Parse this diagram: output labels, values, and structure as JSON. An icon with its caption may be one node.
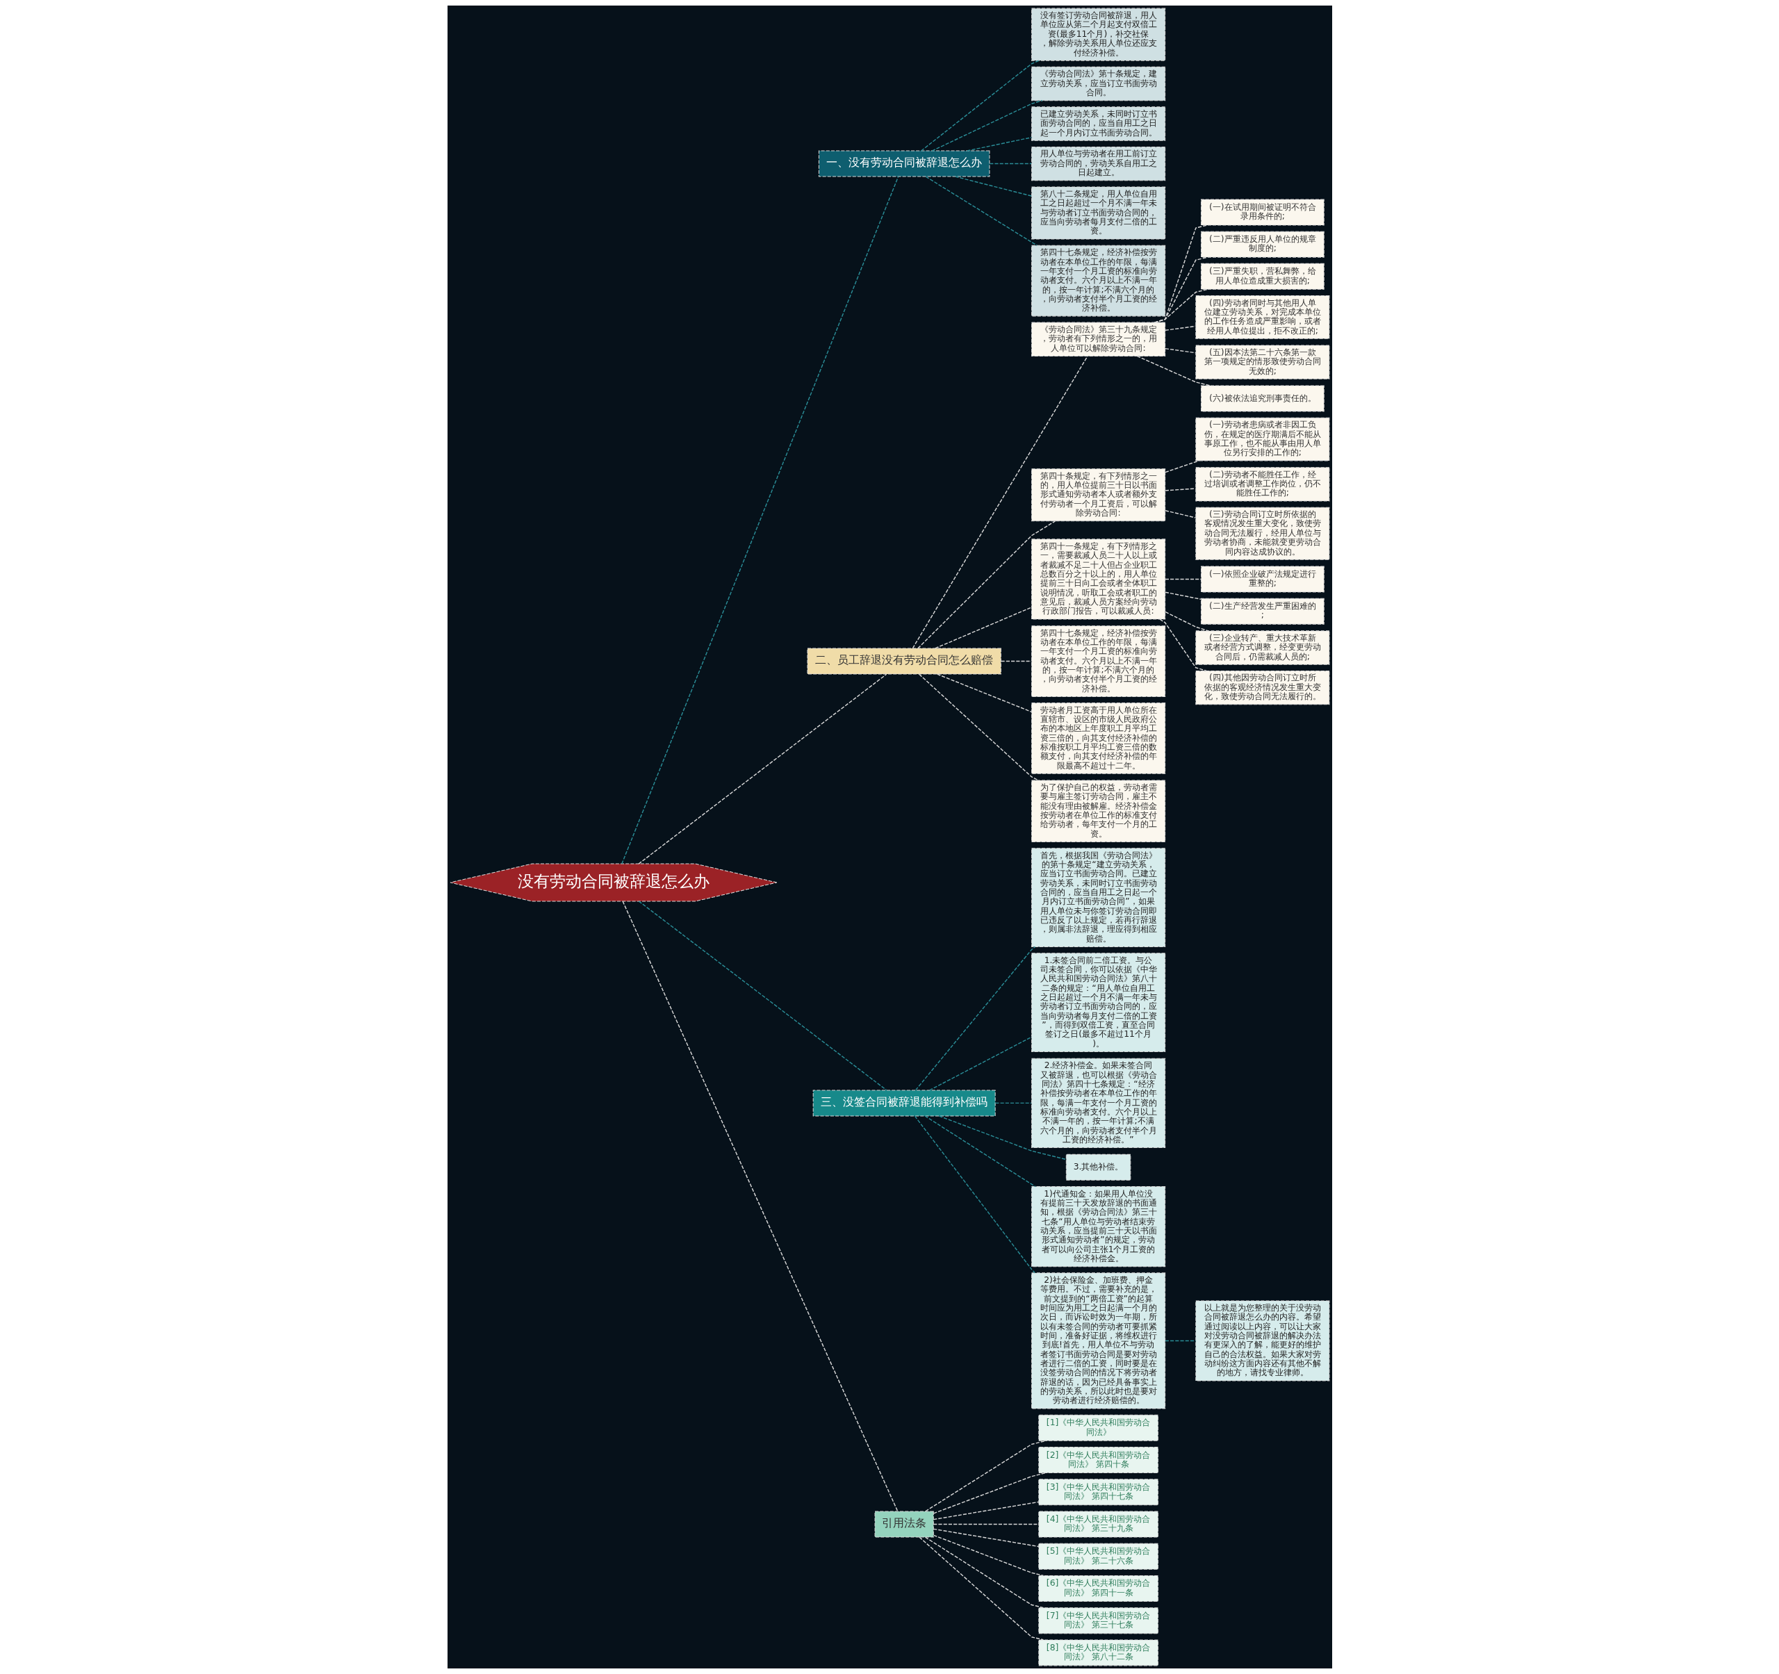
{
  "diagram": {
    "nodes": [
      {
        "text": [
          "没有劳动合同被辞退怎么办"
        ]
      },
      {
        "text": [
          "一、没有劳动合同被辞退怎么办"
        ]
      },
      {
        "text": [
          "没有签订劳动合同被辞退，用人单位应从第二个月起支付双倍工资(最多11个月)，补交社保，解除劳动关系用人单位还应支付经济补偿。"
        ]
      },
      {
        "text": [
          "《劳动合同法》第十条规定，建立劳动关系，应当订立书面劳动合同。"
        ]
      },
      {
        "text": [
          "已建立劳动关系，未同时订立书面劳动合同的，应当自用工之日起一个月内订立书面劳动合同。"
        ]
      },
      {
        "text": [
          "用人单位与劳动者在用工前订立劳动合同的，劳动关系自用工之日起建立。"
        ]
      },
      {
        "text": [
          "第八十二条规定，用人单位自用工之日起超过一个月不满一年未与劳动者订立书面劳动合同的，应当向劳动者每月支付二倍的工资。"
        ]
      },
      {
        "text": [
          "第四十七条规定，经济补偿按劳动者在本单位工作的年限，每满一年支付一个月工资的标准向劳动者支付。六个月以上不满一年的，按一年计算;不满六个月的，向劳动者支付半个月工资的经济补偿。"
        ]
      },
      {
        "text": [
          "二、员工辞退没有劳动合同怎么赔偿"
        ]
      },
      {
        "text": [
          "《劳动合同法》第三十九条规定，劳动者有下列情形之一的，用人单位可以解除劳动合同:"
        ]
      },
      {
        "text": [
          "(一)在试用期间被证明不符合录用条件的;"
        ]
      },
      {
        "text": [
          "(二)严重违反用人单位的规章制度的;"
        ]
      },
      {
        "text": [
          "(三)严重失职，营私舞弊，给用人单位造成重大损害的;"
        ]
      },
      {
        "text": [
          "(四)劳动者同时与其他用人单位建立劳动关系，对完成本单位的工作任务造成严重影响，或者经用人单位提出，拒不改正的;"
        ]
      },
      {
        "text": [
          "(五)因本法第二十六条第一款第一项规定的情形致使劳动合同无效的;"
        ]
      },
      {
        "text": [
          "(六)被依法追究刑事责任的。"
        ]
      },
      {
        "text": [
          "第四十条规定，有下列情形之一的，用人单位提前三十日以书面形式通知劳动者本人或者额外支付劳动者一个月工资后，可以解除劳动合同:"
        ]
      },
      {
        "text": [
          "(一)劳动者患病或者非因工负伤，在规定的医疗期满后不能从事原工作，也不能从事由用人单位另行安排的工作的;"
        ]
      },
      {
        "text": [
          "(二)劳动者不能胜任工作，经过培训或者调整工作岗位，仍不能胜任工作的;"
        ]
      },
      {
        "text": [
          "(三)劳动合同订立时所依据的客观情况发生重大变化，致使劳动合同无法履行，经用人单位与劳动者协商，未能就变更劳动合同内容达成协议的。"
        ]
      },
      {
        "text": [
          "第四十一条规定，有下列情形之一，需要裁减人员二十人以上或者裁减不足二十人但占企业职工总数百分之十以上的，用人单位提前三十日向工会或者全体职工说明情况，听取工会或者职工的意见后，裁减人员方案经向劳动行政部门报告，可以裁减人员:"
        ]
      },
      {
        "text": [
          "(一)依照企业破产法规定进行重整的;"
        ]
      },
      {
        "text": [
          "(二)生产经营发生严重困难的;"
        ]
      },
      {
        "text": [
          "(三)企业转产、重大技术革新或者经营方式调整，经变更劳动合同后，仍需裁减人员的;"
        ]
      },
      {
        "text": [
          "(四)其他因劳动合同订立时所依据的客观经济情况发生重大变化，致使劳动合同无法履行的。"
        ]
      },
      {
        "text": [
          "第四十七条规定，经济补偿按劳动者在本单位工作的年限，每满一年支付一个月工资的标准向劳动者支付。六个月以上不满一年的，按一年计算;不满六个月的，向劳动者支付半个月工资的经济补偿。"
        ]
      },
      {
        "text": [
          "劳动者月工资高于用人单位所在直辖市、设区的市级人民政府公布的本地区上年度职工月平均工资三倍的，向其支付经济补偿的标准按职工月平均工资三倍的数额支付，向其支付经济补偿的年限最高不超过十二年。"
        ]
      },
      {
        "text": [
          "为了保护自己的权益，劳动者需要与雇主签订劳动合同，雇主不能没有理由被解雇。经济补偿金按劳动者在单位工作的标准支付给劳动者，每年支付一个月的工资。"
        ]
      },
      {
        "text": [
          "三、没签合同被辞退能得到补偿吗"
        ]
      },
      {
        "text": [
          "首先，根据我国《劳动合同法》的第十条规定“建立劳动关系，应当订立书面劳动合同。已建立劳动关系，未同时订立书面劳动合同的，应当自用工之日起一个月内订立书面劳动合同”，如果用人单位未与你签订劳动合同即已违反了以上规定，若再行辞退，则属非法辞退，理应得到相应赔偿。"
        ]
      },
      {
        "text": [
          "1.未签合同前二倍工资。与公司未签合同，你可以依据《中华人民共和国劳动合同法》第八十二条的规定：“用人单位自用工之日起超过一个月不满一年未与劳动者订立书面劳动合同的，应当向劳动者每月支付二倍的工资”，而得到双倍工资，直至合同签订之日(最多不超过11个月)。"
        ]
      },
      {
        "text": [
          "2.经济补偿金。如果未签合同又被辞退，也可以根据《劳动合同法》第四十七条规定：“经济补偿按劳动者在本单位工作的年限，每满一年支付一个月工资的标准向劳动者支付。六个月以上不满一年的，按一年计算;不满六个月的，向劳动者支付半个月工资的经济补偿。”"
        ]
      },
      {
        "text": [
          "3.其他补偿。"
        ]
      },
      {
        "text": [
          "1)代通知金：如果用人单位没有提前三十天发放辞退的书面通知，根据《劳动合同法》第三十七条“用人单位与劳动者结束劳动关系，应当提前三十天以书面形式通知劳动者”的规定，劳动者可以向公司主张1个月工资的经济补偿金。"
        ]
      },
      {
        "text": [
          "2)社会保险金、加班费、押金等费用。不过，需要补充的是，前文提到的“两倍工资”的起算时间应为用工之日起满一个月的次日，而诉讼时效为一年期，所以有未签合同的劳动者可要抓紧时间，准备好证据，将维权进行到底!首先，用人单位不与劳动者签订书面劳动合同是要对劳动者进行二倍的工资，同时要是在没签劳动合同的情况下将劳动者辞退的话，因为已经具备事实上的劳动关系，所以此时也是要对劳动者进行经济赔偿的。"
        ]
      },
      {
        "text": [
          "以上就是为您整理的关于没劳动合同被辞退怎么办的内容。希望通过阅读以上内容，可以让大家对没劳动合同被辞退的解决办法有更深入的了解，能更好的维护自己的合法权益。如果大家对劳动纠纷这方面内容还有其他不解的地方，请找专业律师。"
        ]
      },
      {
        "text": [
          "引用法条"
        ]
      },
      {
        "text": [
          "[1]《中华人民共和国劳动合同法》"
        ]
      },
      {
        "text": [
          "[2]《中华人民共和国劳动合同法》 第四十条"
        ]
      },
      {
        "text": [
          "[3]《中华人民共和国劳动合同法》 第四十七条"
        ]
      },
      {
        "text": [
          "[4]《中华人民共和国劳动合同法》 第三十九条"
        ]
      },
      {
        "text": [
          "[5]《中华人民共和国劳动合同法》 第二十六条"
        ]
      },
      {
        "text": [
          "[6]《中华人民共和国劳动合同法》 第四十一条"
        ]
      },
      {
        "text": [
          "[7]《中华人民共和国劳动合同法》 第三十七条"
        ]
      },
      {
        "text": [
          "[8]《中华人民共和国劳动合同法》 第八十二条"
        ]
      }
    ],
    "edges": [
      {
        "from": 0,
        "to": 1,
        "arrow": "none",
        "color": "#2a8c96"
      },
      {
        "from": 1,
        "to": 2,
        "arrow": "none",
        "color": "#2a8c96"
      },
      {
        "from": 1,
        "to": 3,
        "arrow": "none",
        "color": "#2a8c96"
      },
      {
        "from": 1,
        "to": 4,
        "arrow": "none",
        "color": "#2a8c96"
      },
      {
        "from": 1,
        "to": 5,
        "arrow": "none",
        "color": "#2a8c96"
      },
      {
        "from": 1,
        "to": 6,
        "arrow": "none",
        "color": "#2a8c96"
      },
      {
        "from": 1,
        "to": 7,
        "arrow": "none",
        "color": "#2a8c96"
      },
      {
        "from": 0,
        "to": 8,
        "arrow": "none"
      },
      {
        "from": 8,
        "to": 9,
        "arrow": "none"
      },
      {
        "from": 9,
        "to": 10,
        "arrow": "none"
      },
      {
        "from": 9,
        "to": 11,
        "arrow": "none"
      },
      {
        "from": 9,
        "to": 12,
        "arrow": "none"
      },
      {
        "from": 9,
        "to": 13,
        "arrow": "none"
      },
      {
        "from": 9,
        "to": 14,
        "arrow": "none"
      },
      {
        "from": 9,
        "to": 15,
        "arrow": "none"
      },
      {
        "from": 8,
        "to": 16,
        "arrow": "none"
      },
      {
        "from": 16,
        "to": 17,
        "arrow": "none"
      },
      {
        "from": 16,
        "to": 18,
        "arrow": "none"
      },
      {
        "from": 16,
        "to": 19,
        "arrow": "none"
      },
      {
        "from": 8,
        "to": 20,
        "arrow": "none"
      },
      {
        "from": 20,
        "to": 21,
        "arrow": "none"
      },
      {
        "from": 20,
        "to": 22,
        "arrow": "none"
      },
      {
        "from": 20,
        "to": 23,
        "arrow": "none"
      },
      {
        "from": 20,
        "to": 24,
        "arrow": "none"
      },
      {
        "from": 8,
        "to": 25,
        "arrow": "none"
      },
      {
        "from": 8,
        "to": 26,
        "arrow": "none"
      },
      {
        "from": 8,
        "to": 27,
        "arrow": "none"
      },
      {
        "from": 0,
        "to": 28,
        "arrow": "none",
        "color": "#2a8c96"
      },
      {
        "from": 28,
        "to": 29,
        "arrow": "none",
        "color": "#2a8c96"
      },
      {
        "from": 28,
        "to": 30,
        "arrow": "none",
        "color": "#2a8c96"
      },
      {
        "from": 28,
        "to": 31,
        "arrow": "none",
        "color": "#2a8c96"
      },
      {
        "from": 28,
        "to": 32,
        "arrow": "none",
        "color": "#2a8c96"
      },
      {
        "from": 28,
        "to": 33,
        "arrow": "none",
        "color": "#2a8c96"
      },
      {
        "from": 28,
        "to": 34,
        "arrow": "none",
        "color": "#2a8c96"
      },
      {
        "from": 34,
        "to": 35,
        "arrow": "none",
        "color": "#2a8c96"
      },
      {
        "from": 0,
        "to": 36,
        "arrow": "none"
      },
      {
        "from": 36,
        "to": 37,
        "arrow": "none"
      },
      {
        "from": 36,
        "to": 38,
        "arrow": "none"
      },
      {
        "from": 36,
        "to": 39,
        "arrow": "none"
      },
      {
        "from": 36,
        "to": 40,
        "arrow": "none"
      },
      {
        "from": 36,
        "to": 41,
        "arrow": "none"
      },
      {
        "from": 36,
        "to": 42,
        "arrow": "none"
      },
      {
        "from": 36,
        "to": 43,
        "arrow": "none"
      },
      {
        "from": 36,
        "to": 44,
        "arrow": "none"
      }
    ]
  }
}
